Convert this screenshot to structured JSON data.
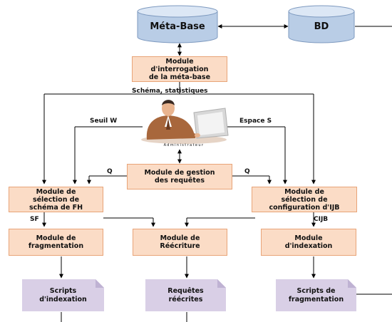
{
  "nodes": {
    "meta_base": "Méta-Base",
    "bd": "BD",
    "module_interrogation": "Module\nd'interrogation\nde la méta-base",
    "administrateur": "Administrateur",
    "module_gestion": "Module de gestion\ndes requêtes",
    "module_selection_fh": "Module de\nsélection de\nschéma de FH",
    "module_selection_ijb": "Module de\nsélection de\nconfiguration d'IJB",
    "module_fragmentation": "Module de\nfragmentation",
    "module_reecriture": "Module de\nRéécriture",
    "module_indexation": "Module\nd'indexation",
    "scripts_indexation": "Scripts\nd'indexation",
    "requetes_reecrites": "Requêtes\nréécrites",
    "scripts_fragmentation": "Scripts de\nfragmentation"
  },
  "edge_labels": {
    "schema_statistiques": "Schéma, statistiques",
    "seuil_w": "Seuil W",
    "espace_s": "Espace S",
    "q_left": "Q",
    "q_right": "Q",
    "sf": "SF",
    "cijb": "CIJB"
  },
  "colors": {
    "cylinder_top": "#dce7f5",
    "cylinder_body": "#b9cde6",
    "cylinder_stroke": "#7d99bf",
    "module_fill": "#fbdcc6",
    "module_stroke": "#e8a478",
    "document_fill": "#d9cfe6",
    "document_fold": "#bfb2d3",
    "line": "#000000"
  },
  "icons": {
    "administrator": "person-at-computer-icon"
  }
}
